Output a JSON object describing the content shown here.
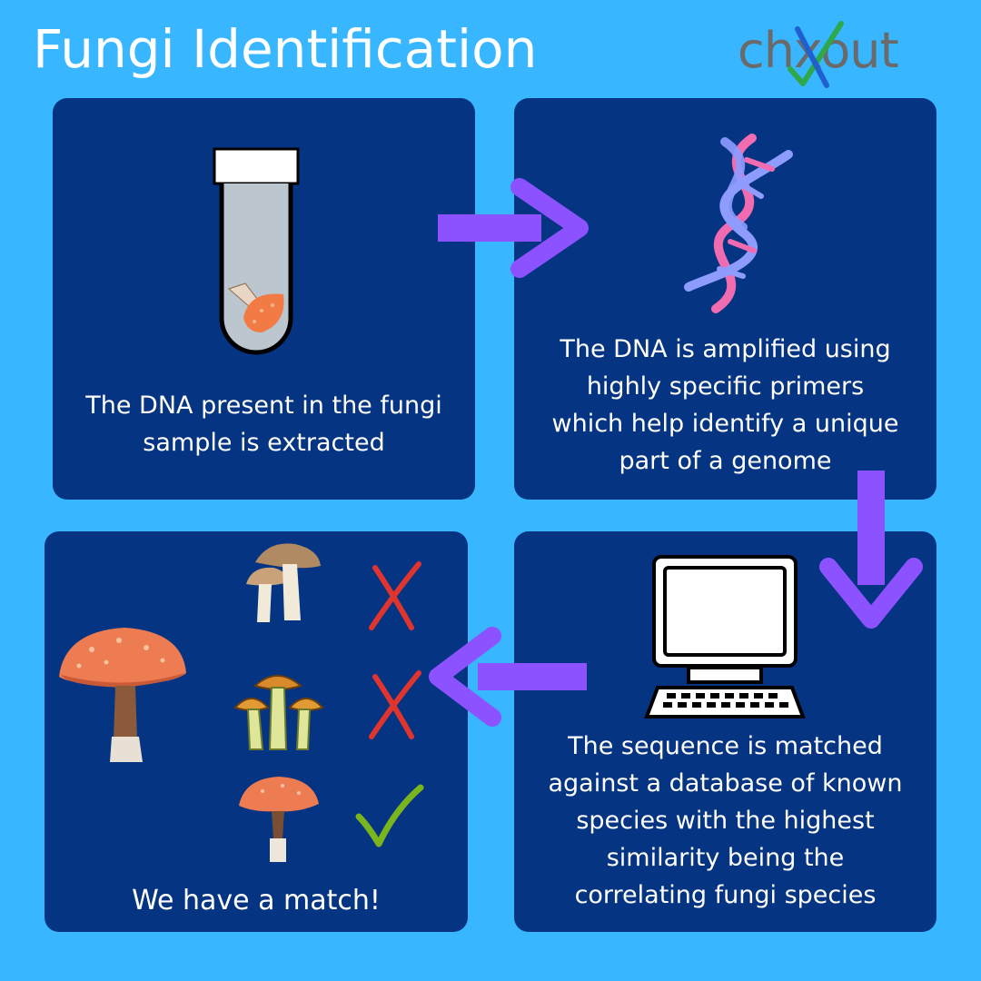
{
  "title": "Fungi Identification",
  "logo": {
    "text": "chxout"
  },
  "steps": [
    {
      "caption": "The DNA present in the fungi\nsample is extracted",
      "icon": "test-tube-with-mushroom"
    },
    {
      "caption": "The DNA is amplified using\nhighly specific primers\nwhich help identify a unique\npart of a genome",
      "icon": "dna-helix"
    },
    {
      "caption": "The sequence is matched\nagainst a database of known\nspecies with the highest\nsimilarity being the\ncorrelating fungi species",
      "icon": "computer"
    },
    {
      "caption": "We have a match!",
      "icon": "mushroom-comparison"
    }
  ],
  "colors": {
    "background": "#38b6ff",
    "panel": "#043482",
    "arrow": "#8c52ff",
    "cross": "#e0342f",
    "check": "#7ab51d"
  }
}
